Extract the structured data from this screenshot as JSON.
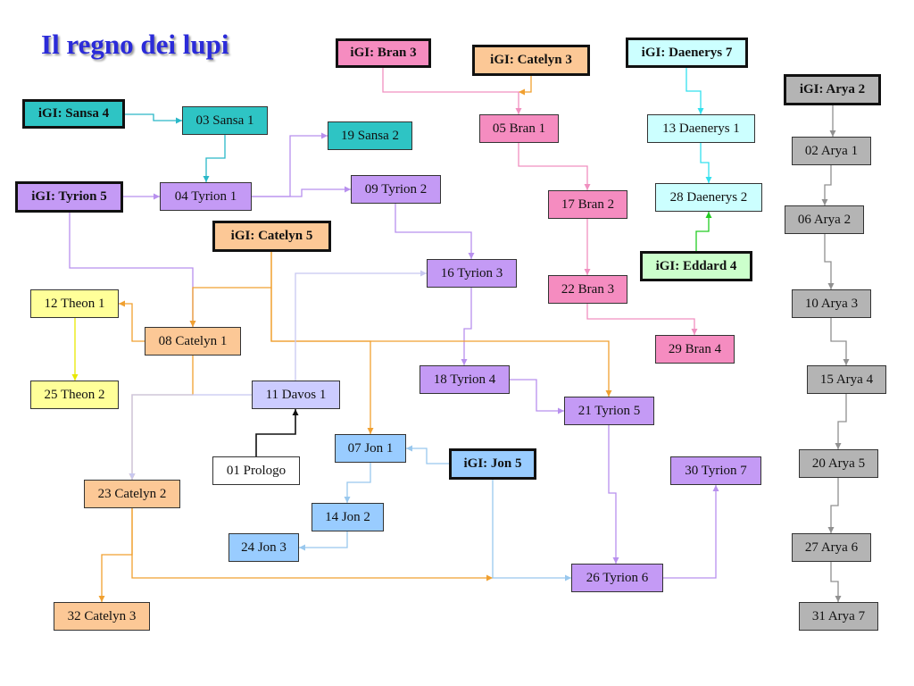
{
  "title": "Il regno dei lupi",
  "colors": {
    "teal": "#2ec4c4",
    "violet": "#c49af5",
    "peach": "#fcc896",
    "pink": "#f58cc0",
    "lightcyan": "#ccffff",
    "gray": "#b4b4b4",
    "lightgreen": "#ccffcc",
    "yellow": "#ffff99",
    "lightviolet": "#ccccff",
    "lightblue": "#99ccff",
    "white": "#ffffff"
  },
  "nodes": {
    "igi_sansa4": {
      "label": "iGI: Sansa 4",
      "igi": true,
      "color": "teal"
    },
    "sansa1": {
      "label": "03 Sansa 1",
      "color": "teal"
    },
    "sansa2": {
      "label": "19 Sansa 2",
      "color": "teal"
    },
    "igi_tyrion5": {
      "label": "iGI: Tyrion 5",
      "igi": true,
      "color": "violet"
    },
    "tyrion1": {
      "label": "04 Tyrion 1",
      "color": "violet"
    },
    "tyrion2": {
      "label": "09 Tyrion 2",
      "color": "violet"
    },
    "igi_catelyn5": {
      "label": "iGI: Catelyn 5",
      "igi": true,
      "color": "peach"
    },
    "theon1": {
      "label": "12 Theon 1",
      "color": "yellow"
    },
    "catelyn1": {
      "label": "08 Catelyn 1",
      "color": "peach"
    },
    "theon2": {
      "label": "25 Theon 2",
      "color": "yellow"
    },
    "davos1": {
      "label": "11 Davos 1",
      "color": "lightviolet"
    },
    "prologo": {
      "label": "01 Prologo",
      "color": "white"
    },
    "catelyn2": {
      "label": "23 Catelyn 2",
      "color": "peach"
    },
    "catelyn3": {
      "label": "32 Catelyn 3",
      "color": "peach"
    },
    "igi_bran3": {
      "label": "iGI: Bran 3",
      "igi": true,
      "color": "pink"
    },
    "igi_catelyn3": {
      "label": "iGI: Catelyn 3",
      "igi": true,
      "color": "peach"
    },
    "bran1": {
      "label": "05 Bran 1",
      "color": "pink"
    },
    "bran2": {
      "label": "17 Bran 2",
      "color": "pink"
    },
    "bran3": {
      "label": "22 Bran 3",
      "color": "pink"
    },
    "bran4": {
      "label": "29 Bran 4",
      "color": "pink"
    },
    "tyrion3": {
      "label": "16 Tyrion 3",
      "color": "violet"
    },
    "tyrion4": {
      "label": "18 Tyrion 4",
      "color": "violet"
    },
    "tyrion5": {
      "label": "21 Tyrion 5",
      "color": "violet"
    },
    "tyrion6": {
      "label": "26 Tyrion 6",
      "color": "violet"
    },
    "tyrion7": {
      "label": "30 Tyrion 7",
      "color": "violet"
    },
    "jon1": {
      "label": "07 Jon 1",
      "color": "lightblue"
    },
    "igi_jon5": {
      "label": "iGI: Jon 5",
      "igi": true,
      "color": "lightblue"
    },
    "jon2": {
      "label": "14 Jon 2",
      "color": "lightblue"
    },
    "jon3": {
      "label": "24 Jon 3",
      "color": "lightblue"
    },
    "igi_daenerys7": {
      "label": "iGI: Daenerys 7",
      "igi": true,
      "color": "lightcyan"
    },
    "daenerys1": {
      "label": "13 Daenerys 1",
      "color": "lightcyan"
    },
    "daenerys2": {
      "label": "28 Daenerys 2",
      "color": "lightcyan"
    },
    "igi_eddard4": {
      "label": "iGI: Eddard 4",
      "igi": true,
      "color": "lightgreen"
    },
    "igi_arya2": {
      "label": "iGI: Arya 2",
      "igi": true,
      "color": "gray"
    },
    "arya1": {
      "label": "02 Arya 1",
      "color": "gray"
    },
    "arya2": {
      "label": "06 Arya 2",
      "color": "gray"
    },
    "arya3": {
      "label": "10 Arya 3",
      "color": "gray"
    },
    "arya4": {
      "label": "15 Arya 4",
      "color": "gray"
    },
    "arya5": {
      "label": "20 Arya 5",
      "color": "gray"
    },
    "arya6": {
      "label": "27 Arya 6",
      "color": "gray"
    },
    "arya7": {
      "label": "31 Arya 7",
      "color": "gray"
    }
  },
  "edge_colors": {
    "teal": "#2ab8c8",
    "violet": "#b890ee",
    "orange": "#f0a030",
    "pink": "#f090c0",
    "cyan": "#33e0ee",
    "gray": "#909090",
    "green": "#22cc22",
    "yellow": "#e8e800",
    "lightviolet": "#c8c8f0",
    "lightblue": "#99c8ee",
    "black": "#111111"
  }
}
